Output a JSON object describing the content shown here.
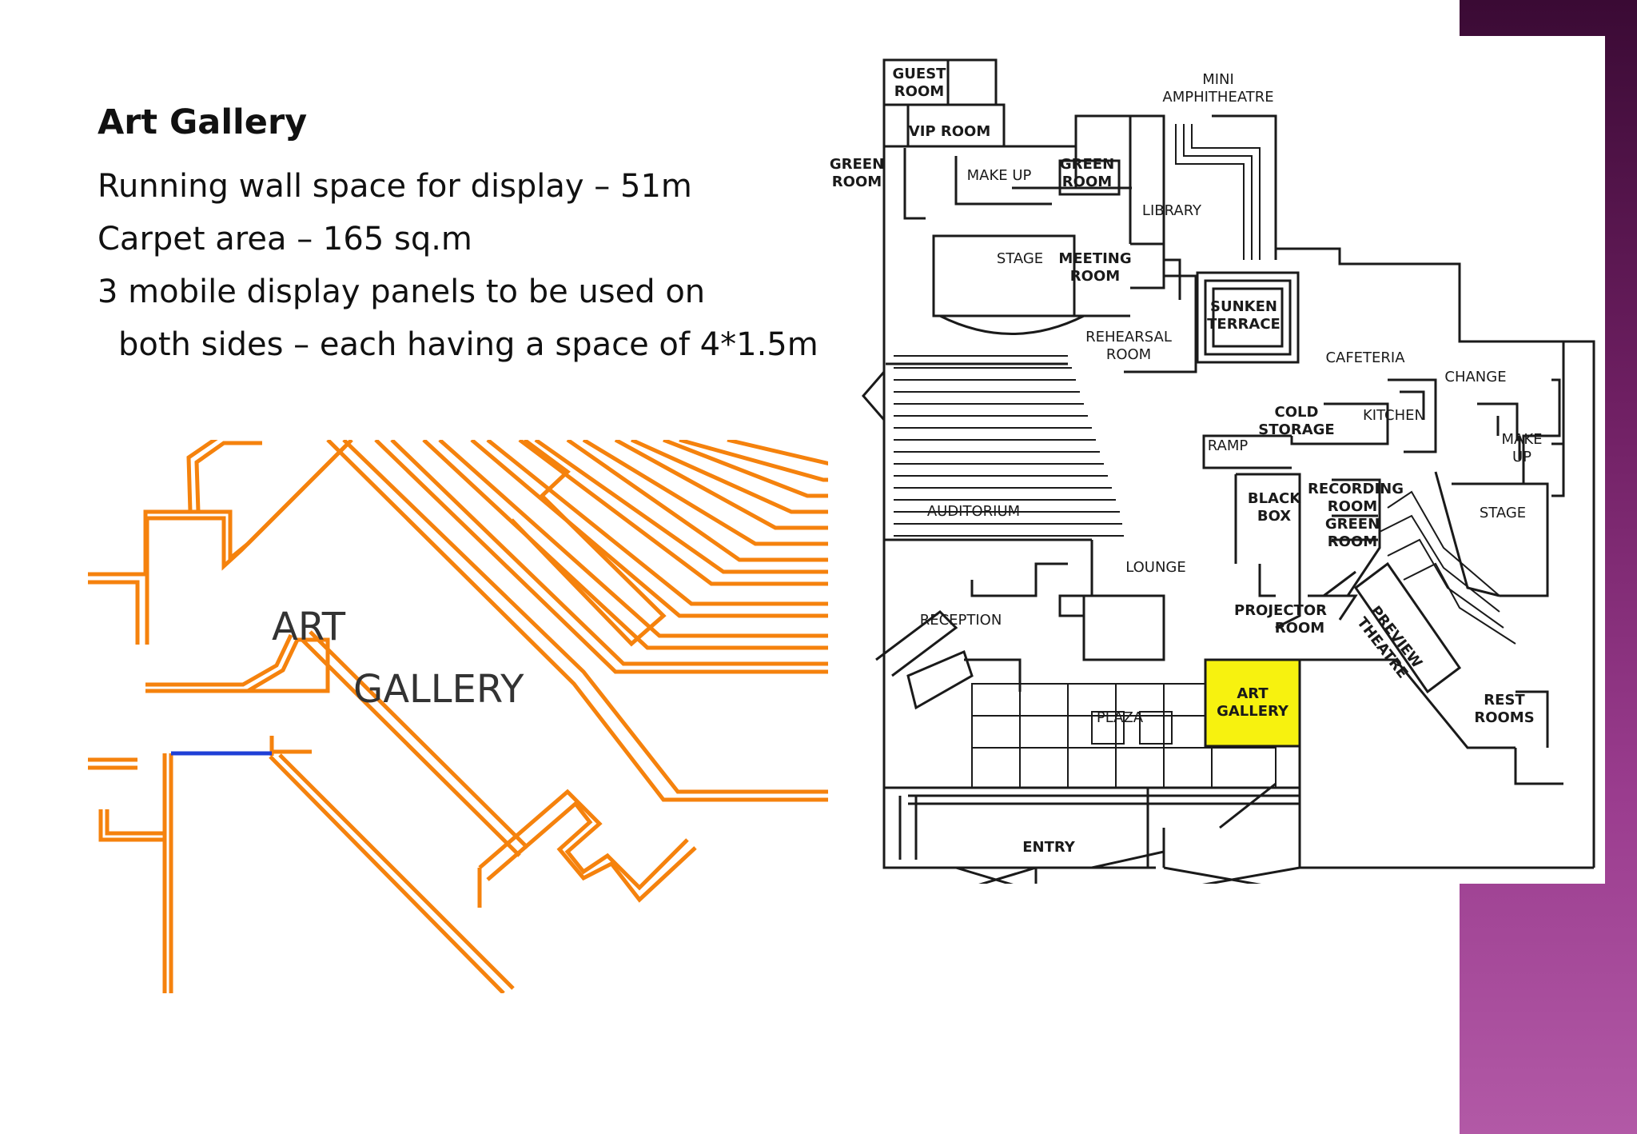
{
  "slide": {
    "title": "Art Gallery",
    "lines": [
      "Running wall space for display – 51m",
      "Carpet area – 165 sq.m",
      "3 mobile display panels to be used on",
      "both sides – each having a space of 4*1.5m"
    ]
  },
  "detail_plan": {
    "label_line1": "ART",
    "label_line2": "GALLERY",
    "line_color": "#f5820d",
    "highlight_color": "#1f3fd6"
  },
  "site_plan": {
    "highlight_color": "#f7f20f",
    "rooms": {
      "guest_room_1": "GUEST",
      "guest_room_2": "ROOM",
      "vip_room": "VIP ROOM",
      "mini_amph_1": "MINI",
      "mini_amph_2": "AMPHITHEATRE",
      "green_room_left_1": "GREEN",
      "green_room_left_2": "ROOM",
      "make_up": "MAKE UP",
      "green_room_right_1": "GREEN",
      "green_room_right_2": "ROOM",
      "library": "LIBRARY",
      "stage_main": "STAGE",
      "meeting_room_1": "MEETING",
      "meeting_room_2": "ROOM",
      "sunken_terrace_1": "SUNKEN",
      "sunken_terrace_2": "TERRACE",
      "rehearsal_room_1": "REHEARSAL",
      "rehearsal_room_2": "ROOM",
      "cafeteria": "CAFETERIA",
      "change": "CHANGE",
      "cold_storage_1": "COLD",
      "cold_storage_2": "STORAGE",
      "kitchen": "KITCHEN",
      "ramp": "RAMP",
      "make_up_right_1": "MAKE",
      "make_up_right_2": "UP",
      "auditorium": "AUDITORIUM",
      "black_box_1": "BLACK",
      "black_box_2": "BOX",
      "recording_room_1": "RECORDING",
      "recording_room_2": "ROOM",
      "green_room_mid_1": "GREEN",
      "green_room_mid_2": "ROOM",
      "stage_right": "STAGE",
      "lounge": "LOUNGE",
      "reception": "RECEPTION",
      "projector_room_1": "PROJECTOR",
      "projector_room_2": "ROOM",
      "preview_theatre_1": "PREVIEW",
      "preview_theatre_2": "THEATRE",
      "art_gallery_1": "ART",
      "art_gallery_2": "GALLERY",
      "rest_rooms_1": "REST",
      "rest_rooms_2": "ROOMS",
      "plaza": "PLAZA",
      "entry": "ENTRY"
    }
  }
}
